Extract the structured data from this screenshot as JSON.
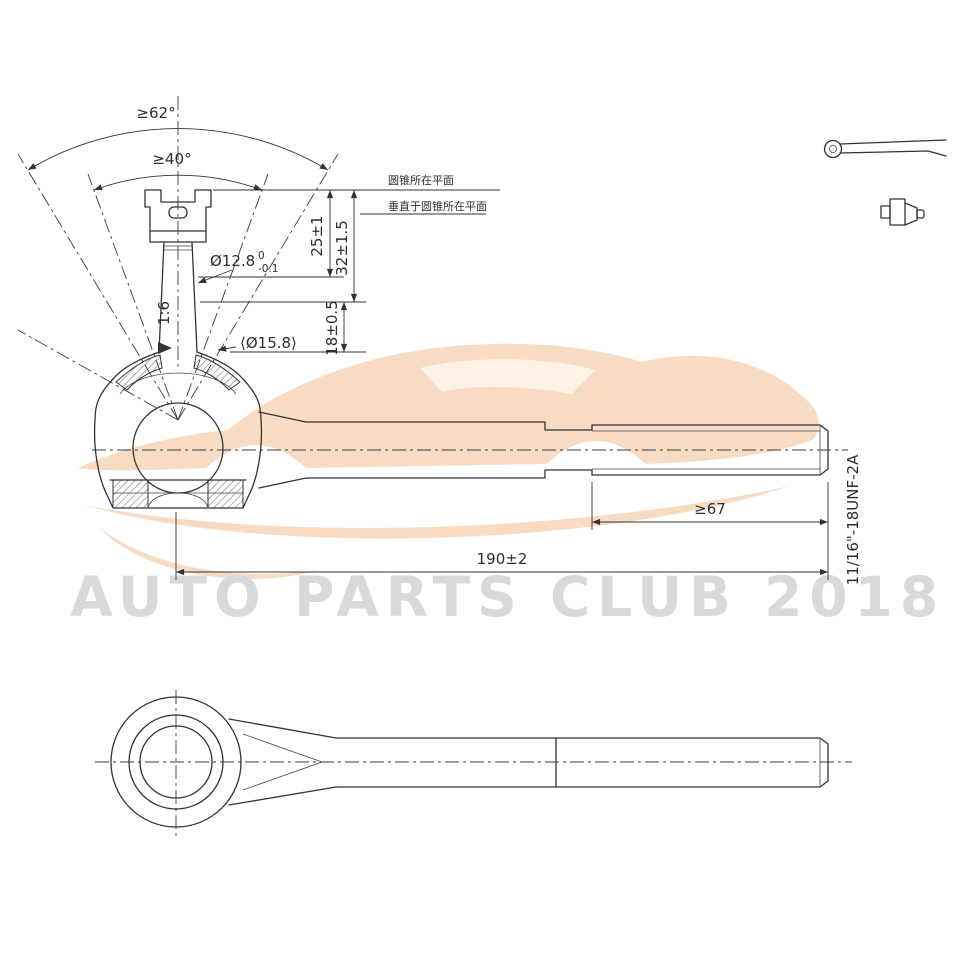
{
  "page": {
    "background": "#ffffff",
    "line_color": "#333333"
  },
  "watermark": {
    "text": "AUTO PARTS CLUB 2018",
    "text_color": "#d9d9d9",
    "car_color": "#f7dcc3"
  },
  "side_view": {
    "angle_outer": "≥62°",
    "angle_inner": "≥40°",
    "stud_diameter": "Ø12.8",
    "stud_tolerance_upper": "0",
    "stud_tolerance_lower": "-0.1",
    "taper_ratio": "1:6",
    "cone_diameter": "⟨Ø15.8⟩",
    "height_25": "25±1",
    "height_32": "32±1.5",
    "height_18": "18±0.5",
    "note_cone_plane": "圆锥所在平面",
    "note_perpendicular": "垂直于圆锥所在平面"
  },
  "shaft": {
    "thread_length": "≥67",
    "overall_length": "190±2",
    "thread_spec": "11/16\"-18UNF-2A"
  }
}
